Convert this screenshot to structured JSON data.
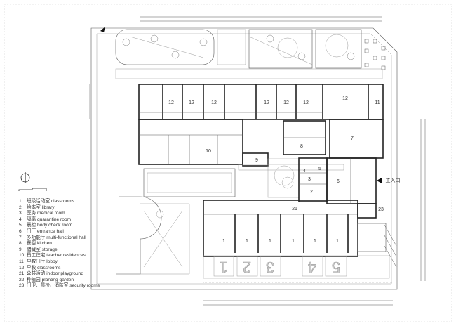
{
  "legend": [
    {
      "num": "1",
      "zh": "班级活动室",
      "en": "classrooms"
    },
    {
      "num": "2",
      "zh": "绘本室",
      "en": "library"
    },
    {
      "num": "3",
      "zh": "医务",
      "en": "medical room"
    },
    {
      "num": "4",
      "zh": "隔离",
      "en": "quarantine room"
    },
    {
      "num": "5",
      "zh": "晨检",
      "en": "body check room"
    },
    {
      "num": "6",
      "zh": "门厅",
      "en": "entrance hall"
    },
    {
      "num": "7",
      "zh": "多功能厅",
      "en": "multi-functional hall"
    },
    {
      "num": "8",
      "zh": "餐厨",
      "en": "kitchen"
    },
    {
      "num": "9",
      "zh": "储藏室",
      "en": "storage"
    },
    {
      "num": "10",
      "zh": "员工住宅",
      "en": "teacher residences"
    },
    {
      "num": "11",
      "zh": "早教门厅",
      "en": "lobby"
    },
    {
      "num": "12",
      "zh": "早教",
      "en": "classrooms"
    },
    {
      "num": "21",
      "zh": "公共活动",
      "en": "indoor playground"
    },
    {
      "num": "22",
      "zh": "种植园",
      "en": "planting garden"
    },
    {
      "num": "23",
      "zh": "门卫、晨检、消防室",
      "en": "security rooms"
    }
  ],
  "entrance_label": "主入口",
  "rooms": {
    "r12a": "12",
    "r12b": "12",
    "r12c": "12",
    "r12d": "12",
    "r12e": "12",
    "r12f": "12",
    "r12g": "12",
    "r11": "11",
    "r10": "10",
    "r9": "9",
    "r8": "8",
    "r7": "7",
    "r6": "6",
    "r5": "5",
    "r4": "4",
    "r3": "3",
    "r2": "2",
    "r21": "21",
    "r23": "23",
    "r1a": "1",
    "r1b": "1",
    "r1c": "1",
    "r1d": "1",
    "r1e": "1",
    "r1f": "1"
  },
  "parking": [
    "1",
    "2",
    "3",
    "4",
    "5"
  ]
}
